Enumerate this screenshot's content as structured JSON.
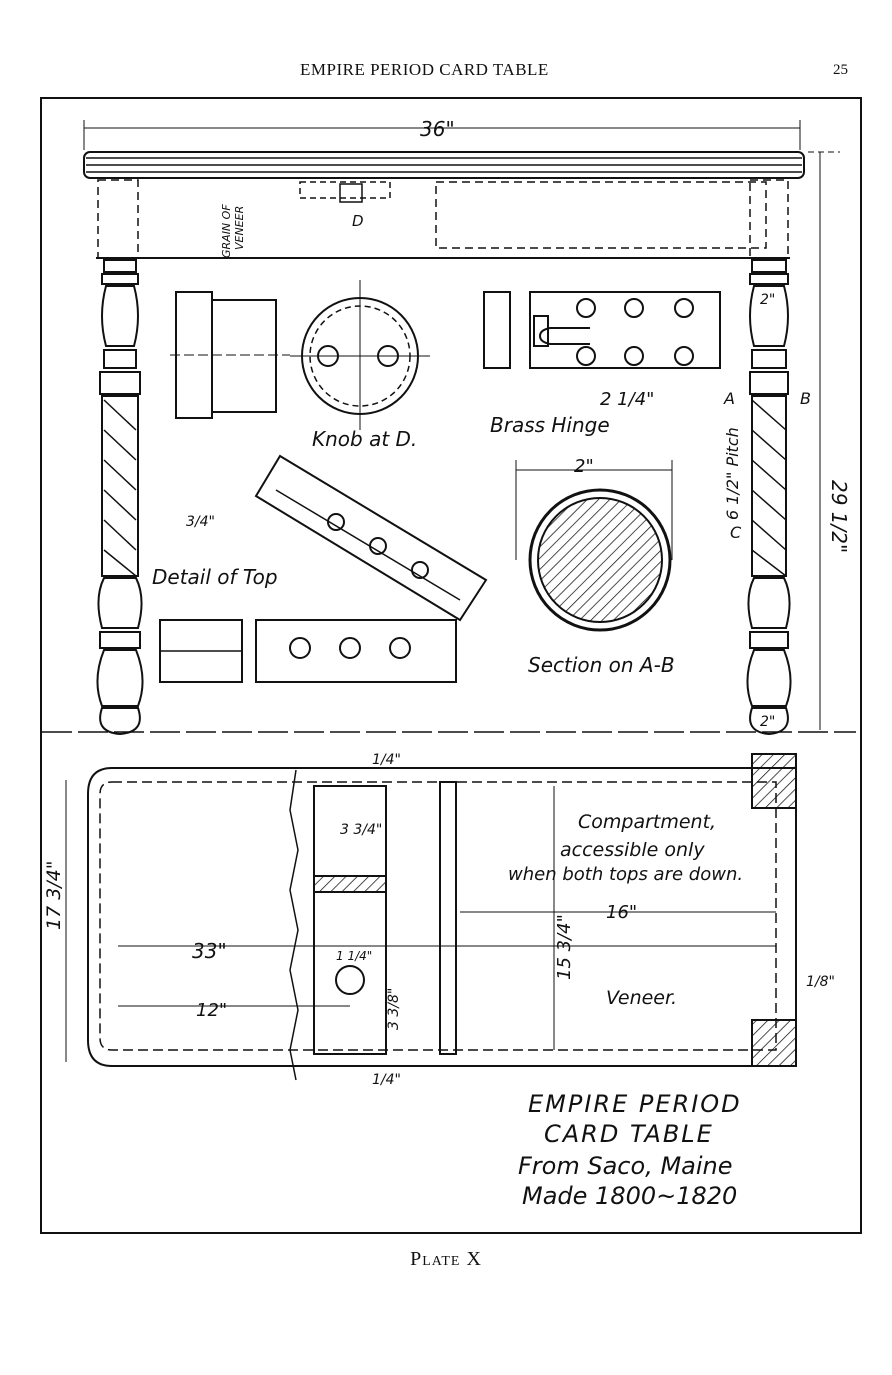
{
  "header": {
    "running_title": "EMPIRE PERIOD CARD TABLE",
    "page_number": "25"
  },
  "labels": {
    "width_36": "36\"",
    "height_29": "29 1/2\"",
    "grain": "GRAIN OF",
    "veneer_v": "VENEER",
    "d_label": "D",
    "knob": "Knob at D.",
    "brass_hinge": "Brass Hinge",
    "detail_top": "Detail of Top",
    "section": "Section on A-B",
    "a": "A",
    "b": "B",
    "c": "C",
    "pitch": "6 1/2\" Pitch",
    "two_in": "2\"",
    "two_in_b": "2\"",
    "two_in_c": "2\"",
    "two_quarter": "2 1/4\"",
    "three_quarter": "3/4\"",
    "compartment_1": "Compartment,",
    "compartment_2": "accessible only",
    "compartment_3": "when both tops are down.",
    "sixteen": "16\"",
    "thirty_three": "33\"",
    "twelve": "12\"",
    "seventeen": "17 3/4\"",
    "fifteen": "15 3/4\"",
    "veneer": "Veneer.",
    "three_three_q": "3 3/4\"",
    "one_quarter_a": "1/4\"",
    "one_quarter_b": "1/4\"",
    "one_eighth": "1/8\"",
    "three_eighth": "3 3/8\"",
    "one_q_hole": "1 1/4\""
  },
  "title_block": {
    "line1": "EMPIRE PERIOD",
    "line2": "CARD TABLE",
    "line3": "From Saco, Maine",
    "line4": "Made 1800~1820"
  },
  "caption": "Plate X"
}
